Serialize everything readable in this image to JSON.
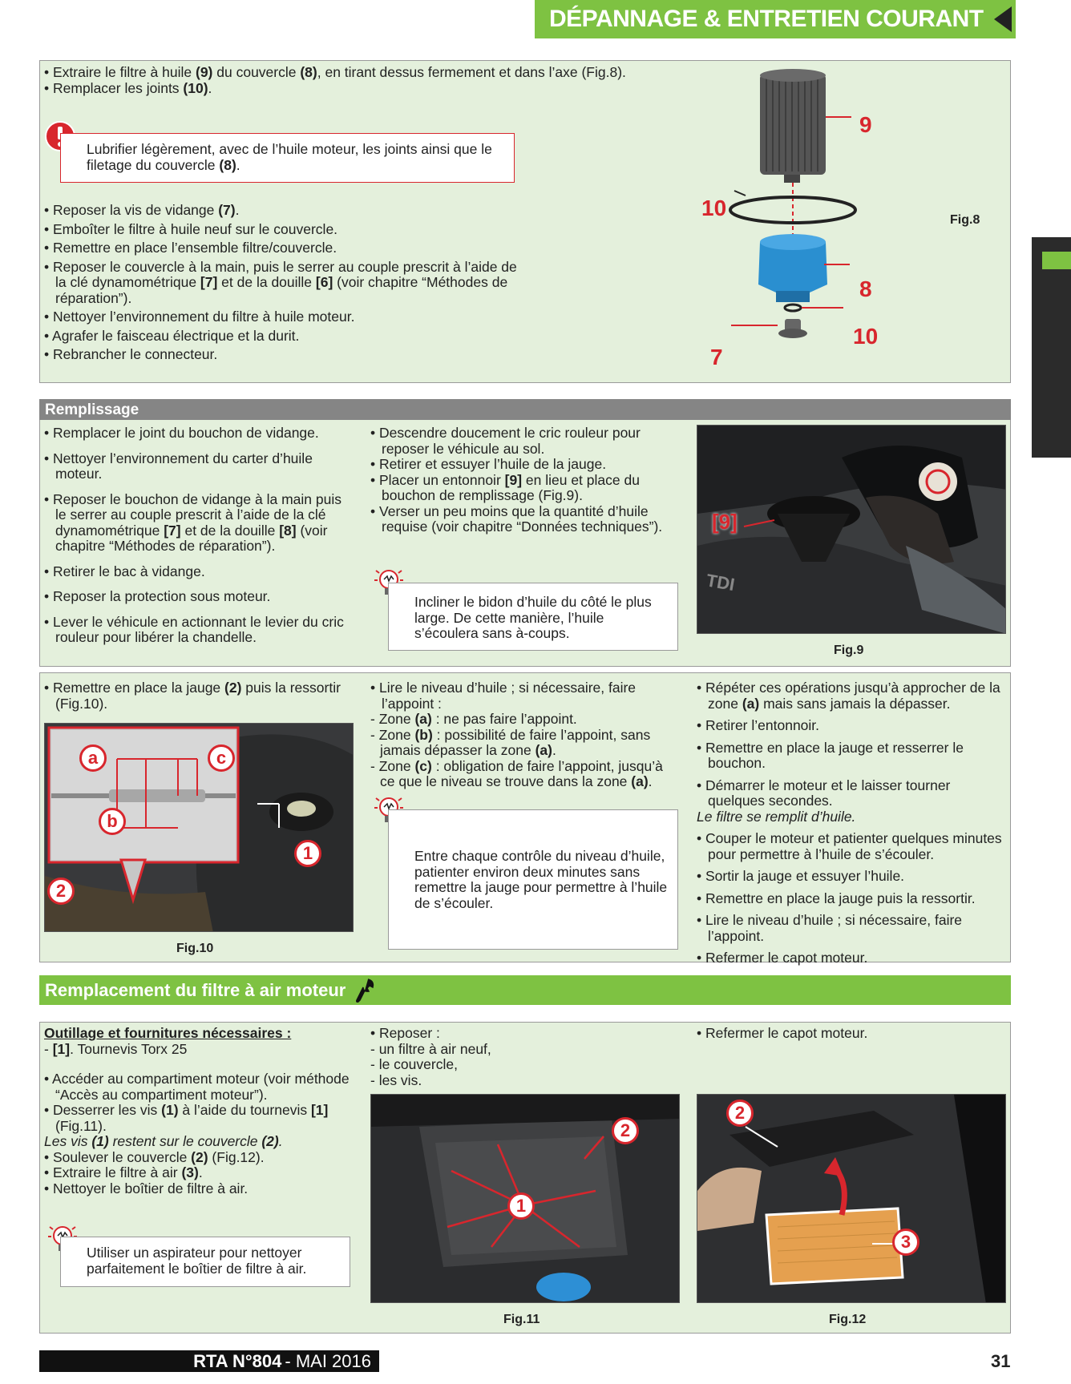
{
  "header": {
    "title": "DÉPANNAGE & ENTRETIEN COURANT"
  },
  "top": {
    "lines_a": [
      "Extraire le filtre à huile (9) du couvercle (8), en tirant dessus fermement et dans l’axe (Fig.8).",
      "Remplacer les joints (10)."
    ],
    "warning": "Lubrifier légèrement, avec de l’huile moteur, les joints ainsi que le filetage du couvercle (8).",
    "lines_b": [
      "Reposer la vis de vidange (7).",
      "Emboîter le filtre à huile neuf sur le couvercle.",
      "Remettre en place l’ensemble filtre/couvercle.",
      "Reposer le couvercle à la main, puis le serrer au couple prescrit à l’aide de la clé dynamométrique [7] et de la douille [6] (voir chapitre “Méthodes de réparation”).",
      "Nettoyer l’environnement du filtre à huile moteur.",
      "Agrafer le faisceau électrique et la durit.",
      "Rebrancher le connecteur."
    ],
    "fig8": {
      "caption": "Fig.8",
      "labels": [
        "9",
        "10",
        "8",
        "10",
        "7"
      ]
    }
  },
  "remplissage": {
    "title": "Remplissage",
    "col1": [
      "Remplacer le joint du bouchon de vidange.",
      "Nettoyer l’environnement du carter d’huile moteur.",
      "Reposer le bouchon de vidange à la main puis le serrer au couple prescrit à l’aide de la clé dynamométrique [7] et de la douille [8] (voir chapitre “Méthodes de réparation”).",
      "Retirer le bac à vidange.",
      "Reposer la protection sous moteur.",
      "Lever le véhicule en actionnant le levier du cric rouleur pour libérer la chandelle."
    ],
    "col2": [
      "Descendre doucement le cric rouleur pour reposer le véhicule au sol.",
      "Retirer et essuyer l’huile de la jauge.",
      "Placer un entonnoir [9] en lieu et place du bouchon de remplissage (Fig.9).",
      "Verser un peu moins que la quantité d’huile requise (voir chapitre “Données techniques”)."
    ],
    "tip": "Incliner le bidon d’huile du côté le plus large. De cette manière, l’huile s’écoulera sans à-coups.",
    "fig9": {
      "caption": "Fig.9",
      "label": "[9]",
      "engine_text": "TDI"
    }
  },
  "jauge": {
    "col1": [
      "Remettre en place la jauge (2) puis la ressortir (Fig.10)."
    ],
    "fig10": {
      "caption": "Fig.10",
      "labels": [
        "a",
        "c",
        "b",
        "1",
        "2"
      ]
    },
    "col2_intro": "Lire le niveau d’huile ; si nécessaire, faire l’appoint :",
    "col2_dashes": [
      "Zone (a) : ne pas faire l’appoint.",
      "Zone (b) : possibilité de faire l’appoint, sans jamais dépasser la zone (a).",
      "Zone (c) : obligation de faire l’appoint, jusqu’à ce que le niveau se trouve dans la zone (a)."
    ],
    "tip": "Entre chaque contrôle du niveau d’huile, patienter environ deux minutes sans remettre la jauge pour permettre à l’huile de s’écouler.",
    "col3_a": [
      "Répéter ces opérations jusqu’à approcher de la zone (a) mais sans jamais la dépasser.",
      "Retirer l’entonnoir.",
      "Remettre en place la jauge et resserrer le bouchon.",
      "Démarrer le moteur et le laisser tourner quelques secondes."
    ],
    "col3_italic": "Le filtre se remplit d’huile.",
    "col3_b": [
      "Couper le moteur et patienter quelques minutes pour permettre à l’huile de s’écouler.",
      "Sortir la jauge et essuyer l’huile.",
      "Remettre en place la jauge puis la ressortir.",
      "Lire le niveau d’huile ; si nécessaire, faire l’appoint.",
      "Refermer le capot moteur."
    ]
  },
  "air": {
    "title": "Remplacement du filtre à air moteur",
    "tools_title": "Outillage et fournitures nécessaires :",
    "tools": [
      "[1]. Tournevis Torx 25"
    ],
    "col1_a": [
      "Accéder au compartiment moteur (voir méthode “Accès au compartiment moteur”).",
      "Desserrer les vis (1) à l’aide du tournevis [1] (Fig.11)."
    ],
    "col1_italic": "Les vis (1) restent sur le couvercle (2).",
    "col1_b": [
      "Soulever le couvercle (2) (Fig.12).",
      "Extraire le filtre à air (3).",
      "Nettoyer le boîtier de filtre à air."
    ],
    "tip": "Utiliser un aspirateur pour nettoyer parfaitement le boîtier de filtre à air.",
    "col2_intro": "Reposer :",
    "col2_dashes": [
      "un filtre à air neuf,",
      "le couvercle,",
      "les vis."
    ],
    "col3": [
      "Refermer le capot moteur."
    ],
    "fig11": {
      "caption": "Fig.11",
      "labels": [
        "2",
        "1"
      ]
    },
    "fig12": {
      "caption": "Fig.12",
      "labels": [
        "2",
        "3"
      ]
    }
  },
  "footer": {
    "magazine": "RTA N°804",
    "date": "- MAI 2016",
    "page": "31"
  }
}
